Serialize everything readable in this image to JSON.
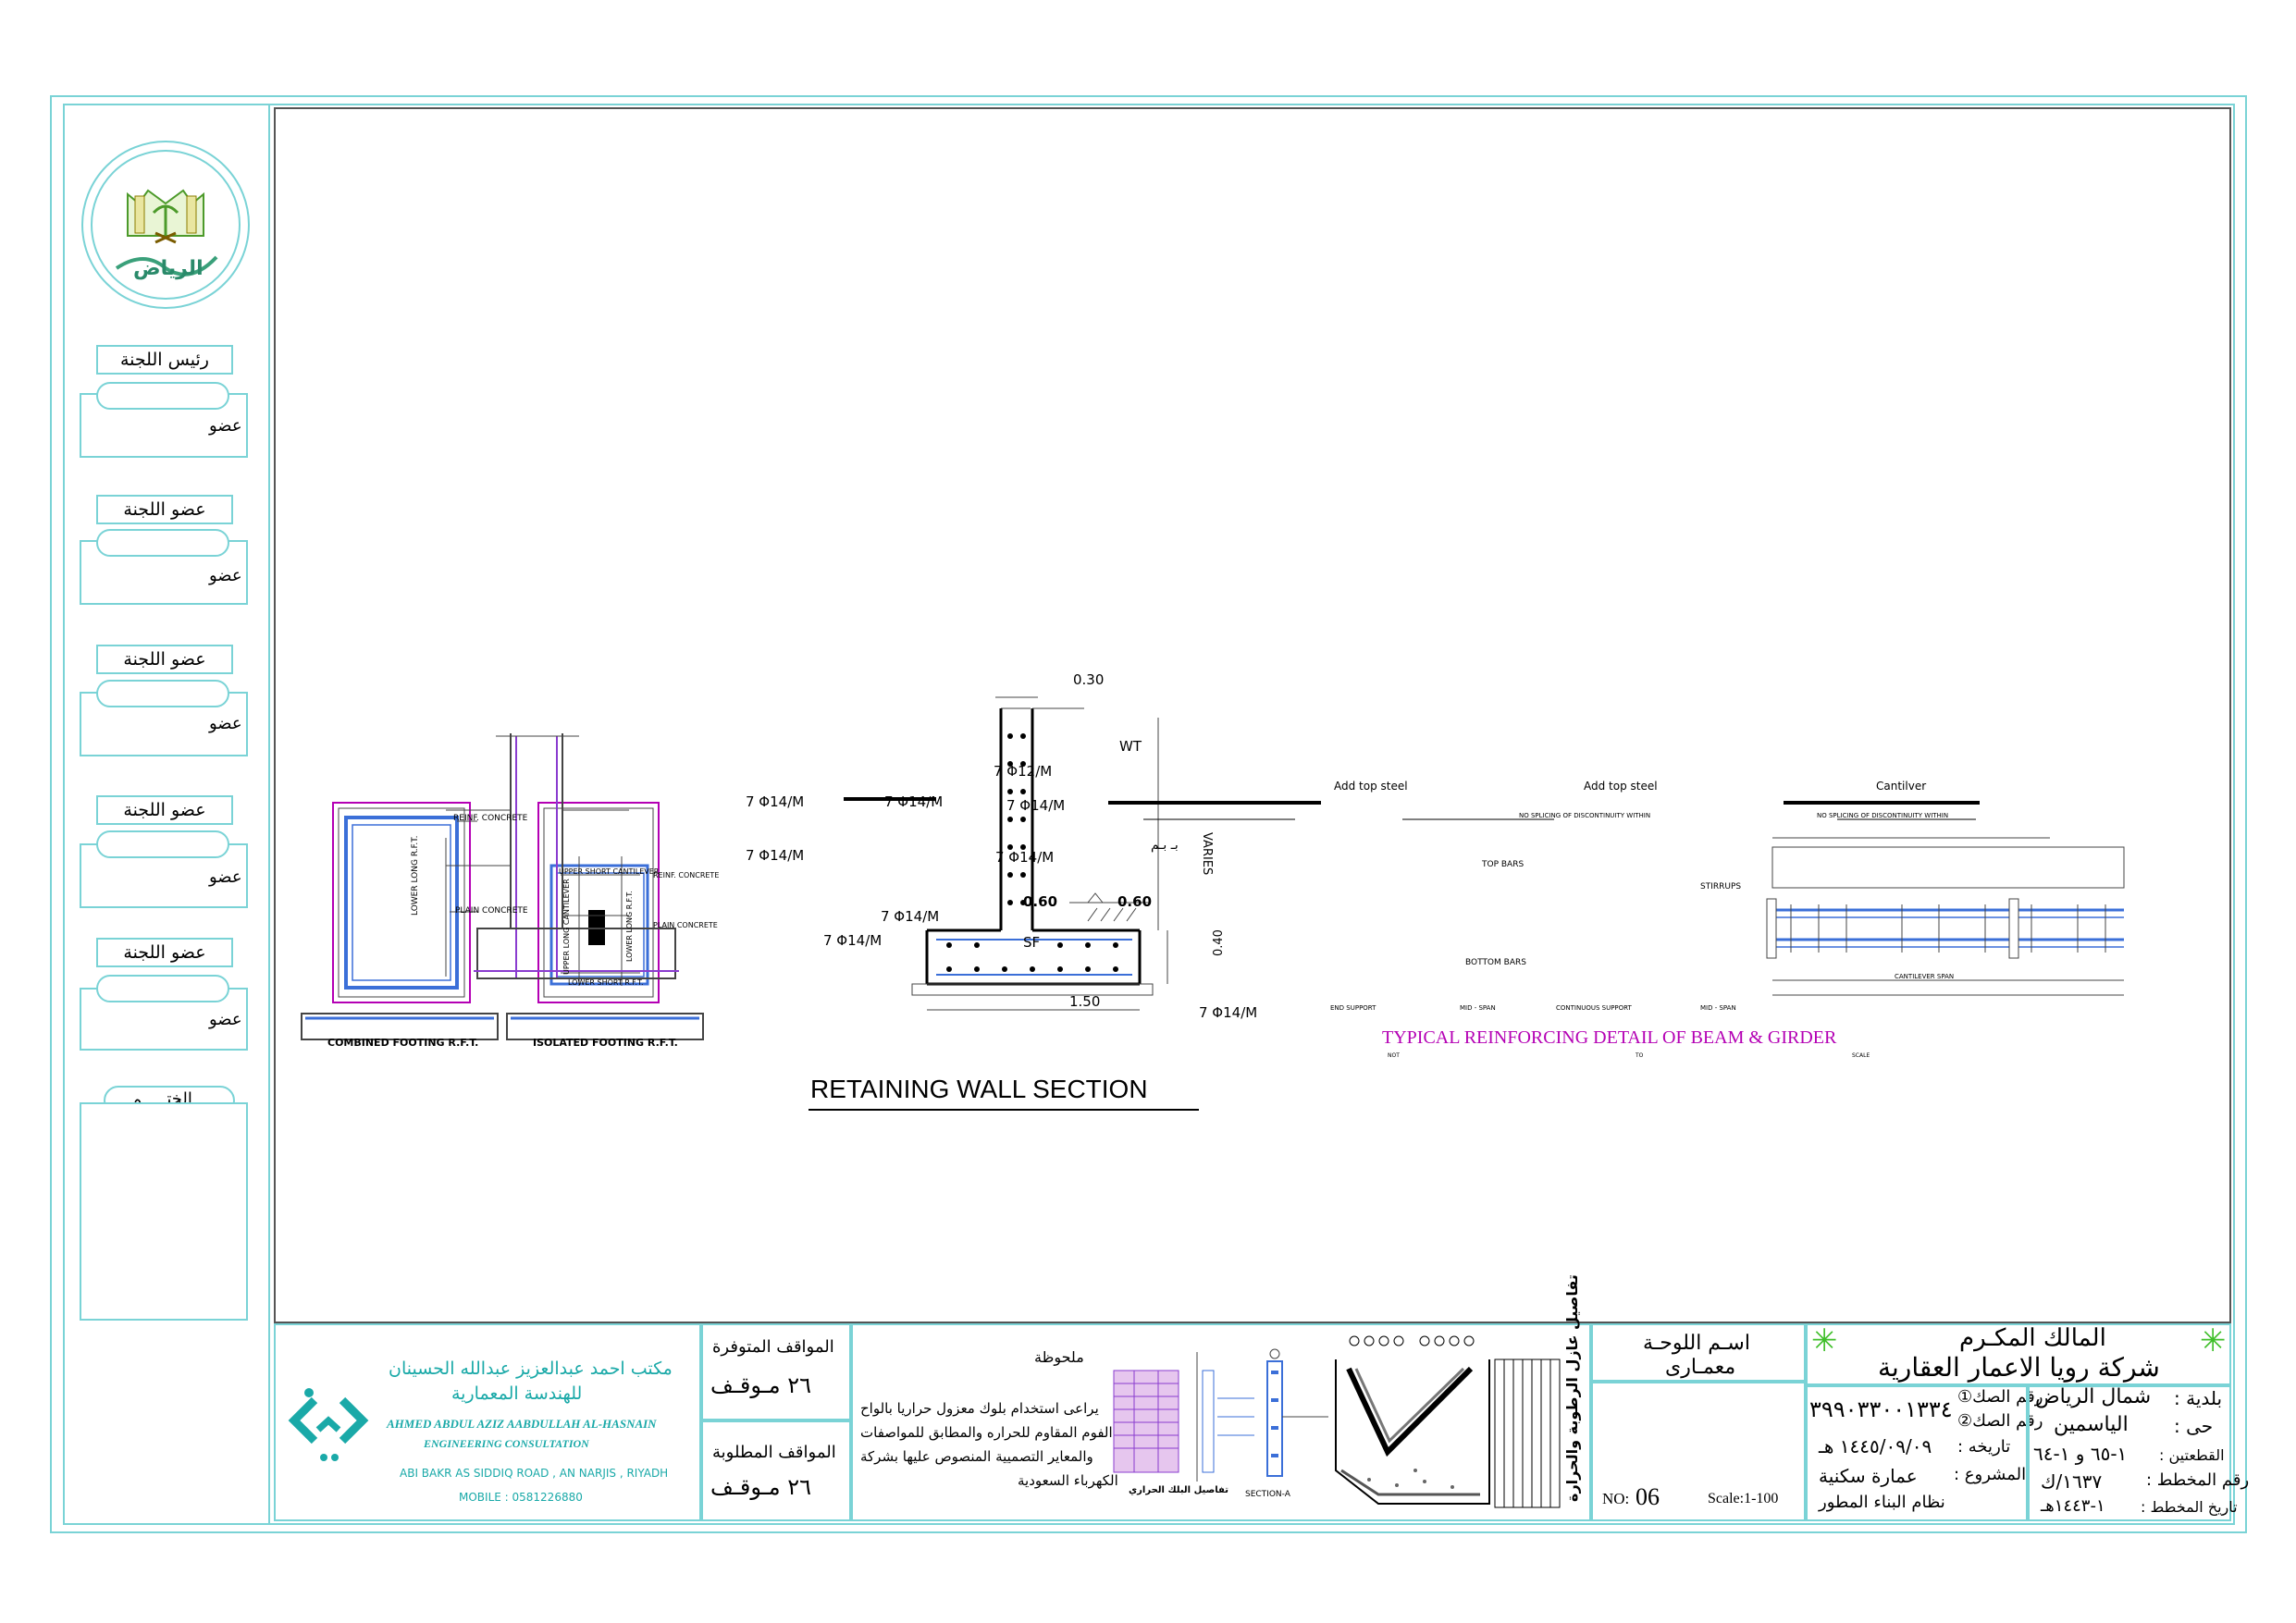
{
  "committee": {
    "chair_label": "رئيس اللجنة",
    "member_label": "عضو اللجنة",
    "member_short": "عضو",
    "seal_label": "الختـــــم"
  },
  "logo": {
    "text": "الرياض"
  },
  "drawings": {
    "combined_footing": {
      "title": "COMBINED  FOOTING  R.F.T.",
      "reinf_concrete": "REINF. CONCRETE",
      "plain_concrete": "PLAIN CONCRETE",
      "lower_long": "LOWER LONG R.F.T."
    },
    "isolated_footing": {
      "title": "ISOLATED  FOOTING  R.F.T.",
      "upper_short": "UPPER SHORT CANTILEVER",
      "upper_long": "UPPER LONG CANTILEVER",
      "lower_long": "LOWER LONG R.F.T.",
      "lower_short": "LOWER SHORT R.F.T.",
      "reinf_concrete": "REINF. CONCRETE",
      "plain_concrete": "PLAIN CONCRETE"
    },
    "wall_simple": {
      "l1": "7 Φ14/M",
      "r1": "7 Φ14/M",
      "l2": "7 Φ14/M",
      "r2": "7 Φ14/M",
      "bottom": "7 Φ14/M"
    },
    "wall_detail": {
      "top_dim": "0.30",
      "wt": "WT",
      "varies": "VARIES",
      "bar1": "7 Φ12/M",
      "bar2": "7 Φ14/M",
      "bar3": "7 Φ14/M",
      "left_060": "0.60",
      "right_060": "0.60",
      "ground": "بـ بـم",
      "sf": "SF",
      "base_040": "0.40",
      "base_width": "1.50",
      "bottom_bar": "7 Φ14/M"
    },
    "section_title": "RETAINING WALL SECTION",
    "beam": {
      "add_top_1": "Add top steel",
      "add_top_2": "Add top steel",
      "cantilever": "Cantilver",
      "no_splicing": "NO SPLICING OF DISCONTINUITY WITHIN",
      "top_bars": "TOP BARS",
      "stirrups": "STIRRUPS",
      "bottom_bars": "BOTTOM BARS",
      "end_support": "END SUPPORT",
      "mid_span": "MID - SPAN",
      "continuous": "CONTINUOUS SUPPORT",
      "cantilever_span": "CANTILEVER SPAN",
      "title": "TYPICAL REINFORCING DETAIL OF BEAM & GIRDER",
      "under_1": "NOT",
      "under_2": "TO",
      "under_3": "SCALE"
    }
  },
  "title_block": {
    "office_ar_1": "مكتب احمد عبدالعزيز عبدالله الحسينان",
    "office_ar_2": "للهندسة المعمارية",
    "office_en_1": "AHMED ABDUL AZIZ AABDULLAH AL-HASNAIN",
    "office_en_2": "ENGINEERING CONSULTATION",
    "address": "ABI BAKR AS SIDDIQ ROAD , AN NARJIS , RIYADH",
    "mobile": "MOBILE : 0581226880",
    "parking_available_label": "المواقف المتوفرة",
    "parking_available_value": "٢٦ مـوقـف",
    "parking_required_label": "المواقف المطلوبة",
    "parking_required_value": "٢٦ مـوقـف",
    "note_label": "ملحوظة",
    "note_lines": [
      "يراعى استخدام بلوك معزول حراريا بالواح",
      "الفوم المقاوم للحراره والمطابق للمواصفات",
      "والمعاير التصميية المنصوص عليها بشركة",
      "الكهرباء السعودية"
    ],
    "wall_detail_caption": "تفاصيل البلك الحراري",
    "section_a": "SECTION-A",
    "sheet_name_label": "اسـم اللوحـة",
    "sheet_name_value": "معمـارى",
    "sheet_no_label": "NO:",
    "sheet_no_value": "06",
    "scale": "Scale:1-100",
    "waterproof_caption": "تفاصيل عازل الرطوبة والحرارة",
    "owner_label": "المالك المكـرم",
    "owner_name": "شركة رويا الاعمار العقارية",
    "deed_1_label": "رقم الصك①",
    "deed_2_label": "رقم الصك②",
    "deed_value": "٣٩٩٠٣٣٠٠١٣٣٤",
    "date_label": "تاريخه :",
    "date_value": "١٤٤٥/٠٩/٠٩ هـ",
    "project_label": "المشروع :",
    "project_value": "عمارة سكنية",
    "system": "نظام البناء المطور",
    "municipality_label": "بلدية :",
    "municipality_value": "شمال الرياض",
    "district_label": "حى :",
    "district_value": "الياسمين",
    "plots_label": "القطعتين :",
    "plots_value": "١-٦٥ و ١-٦٤",
    "plan_no_label": "رقم المخطط :",
    "plan_no_value": "١٦٣٧/ك",
    "plan_date_label": "تاريخ المخطط :",
    "plan_date_value": "١-١٤٤٣هـ"
  },
  "colors": {
    "frame": "#7ad3d6",
    "accent": "#1aa9a8",
    "magenta": "#b400b4",
    "purple": "#8a3ccf",
    "blue": "#3b6fd8"
  }
}
